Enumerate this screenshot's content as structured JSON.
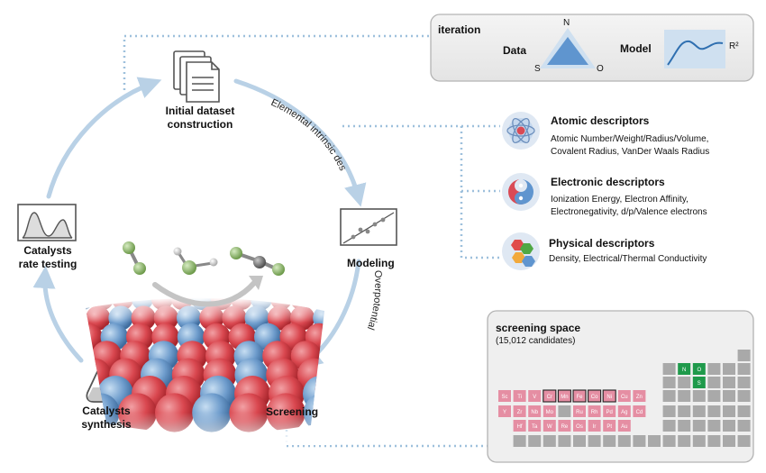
{
  "cycle": {
    "initial_dataset": "Initial dataset\nconstruction",
    "modeling": "Modeling",
    "screening": "Screening",
    "synthesis": "Catalysts\nsynthesis",
    "rate_testing": "Catalysts\nrate testing",
    "arc_descriptors": "Elemental intrinsic descriptors",
    "arc_overpotential": "Overpotential"
  },
  "iteration": {
    "title": "iteration",
    "data_label": "Data",
    "model_label": "Model",
    "vertex_n": "N",
    "vertex_s": "S",
    "vertex_o": "O",
    "r2_label": "R²"
  },
  "descriptors": [
    {
      "title": "Atomic descriptors",
      "detail": "Atomic Number/Weight/Radius/Volume,\nCovalent Radius, VanDer Waals Radius",
      "icon": "atom-icon"
    },
    {
      "title": "Electronic descriptors",
      "detail": "Ionization Energy, Electron Affinity,\nElectronegativity, d/p/Valence electrons",
      "icon": "electron-icon"
    },
    {
      "title": "Physical descriptors",
      "detail": "Density, Electrical/Thermal Conductivity",
      "icon": "hexagon-cluster-icon"
    }
  ],
  "screening_space": {
    "title": "screening space",
    "subtitle": "(15,012 candidates)",
    "row4": [
      "Sc",
      "Ti",
      "V",
      "Cr",
      "Mn",
      "Fe",
      "Co",
      "Ni",
      "Cu",
      "Zn"
    ],
    "row5": [
      "Y",
      "Zr",
      "Nb",
      "Mo",
      "",
      "Ru",
      "Rh",
      "Pd",
      "Ag",
      "Cd"
    ],
    "row6": [
      "",
      "Hf",
      "Ta",
      "W",
      "Re",
      "Os",
      "Ir",
      "Pt",
      "Au",
      ""
    ],
    "highlight_p": [
      "N",
      "O",
      "S"
    ],
    "outlined": [
      "Cr",
      "Mn",
      "Fe",
      "Co",
      "Ni"
    ]
  },
  "colors": {
    "cycle_arrow": "#b9d1e6",
    "dotted_line": "#9ec0dc",
    "metal_cell": "#e58ea3",
    "p_cell": "#1f9a4b",
    "grey_cell": "#a9a9a9",
    "panel_bg": "#efefef",
    "model_bg": "#cfe0f0",
    "triangle": "#5f95cf"
  }
}
